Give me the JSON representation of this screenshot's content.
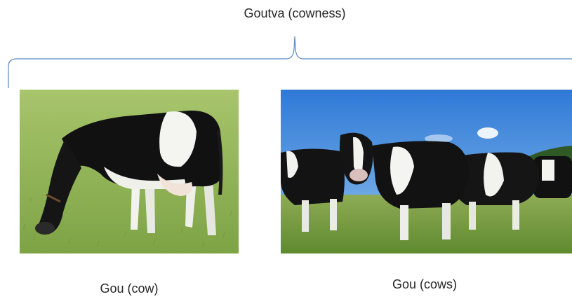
{
  "diagram": {
    "title": "Goutva (cowness)",
    "items": [
      {
        "label": "Gou (cow)",
        "image": "single grazing black-and-white holstein cow on grass"
      },
      {
        "label": "Gou (cows)",
        "image": "herd of black-and-white holstein cows under blue sky"
      }
    ]
  },
  "colors": {
    "brace": "#5b87c5",
    "text": "#262626",
    "grass": "#8fb34f",
    "sky": "#3f86d8"
  }
}
